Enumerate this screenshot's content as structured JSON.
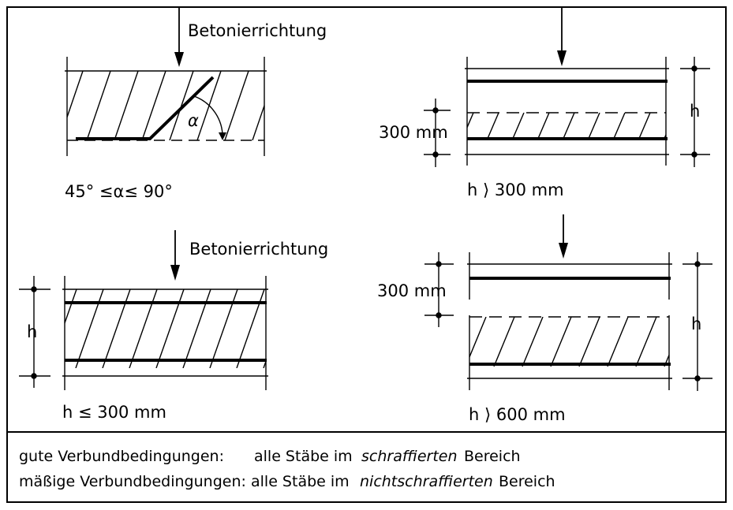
{
  "labels": {
    "direction_top_left": "Betonierrichtung",
    "direction_bottom_left": "Betonierrichtung",
    "alpha_symbol": "α",
    "angle_condition": "45° ≤α≤ 90°",
    "h_le_300": "h ≤ 300  mm",
    "h_gt_300": "h ⟩ 300  mm",
    "h_gt_600": "h ⟩ 600  mm",
    "dim_300_top": "300 mm",
    "dim_300_bottom": "300 mm",
    "h_top_right": "h",
    "h_bottom_left": "h",
    "h_bottom_right": "h"
  },
  "legend": {
    "row1": {
      "condition": "gute  Verbundbedingungen:",
      "text_a": "alle  Stäbe  im",
      "emphasis": "schraffierten",
      "text_b": "Bereich"
    },
    "row2": {
      "condition": "mäßige  Verbundbedingungen:",
      "text_a": "alle  Stäbe  im",
      "emphasis": "nichtschraffierten",
      "text_b": "Bereich"
    }
  }
}
